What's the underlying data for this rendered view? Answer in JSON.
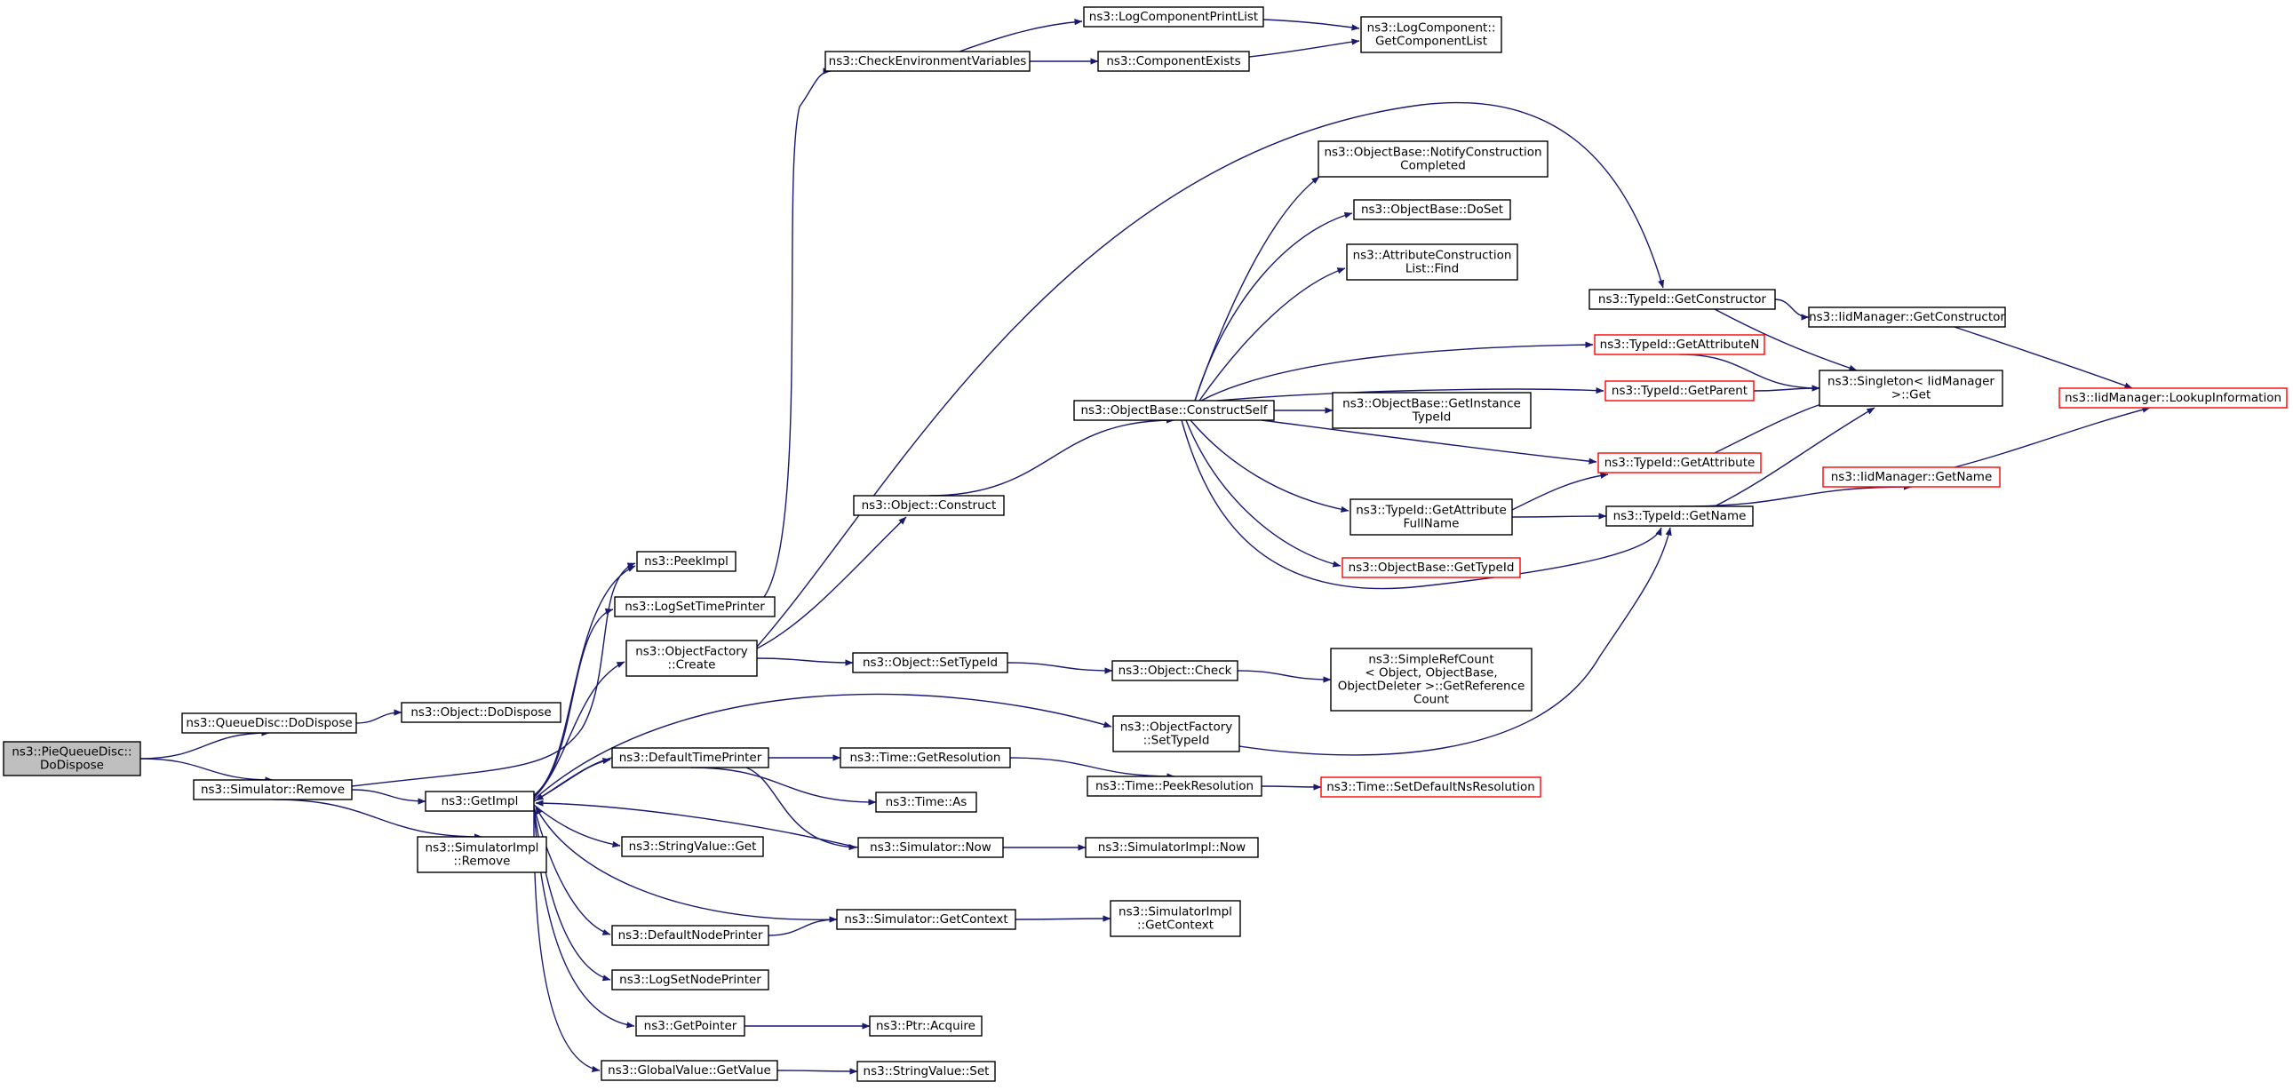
{
  "graph": {
    "colors": {
      "edge": "#191970",
      "root_fill": "#bfbfbf",
      "border": "#000000",
      "red_border": "#ff0000"
    },
    "nodes": {
      "pie_dodispose": {
        "lines": [
          "ns3::PieQueueDisc::",
          "DoDispose"
        ],
        "root": true
      },
      "qd_dodispose": {
        "lines": [
          "ns3::QueueDisc::DoDispose"
        ]
      },
      "obj_dodispose": {
        "lines": [
          "ns3::Object::DoDispose"
        ]
      },
      "sim_remove": {
        "lines": [
          "ns3::Simulator::Remove"
        ]
      },
      "getimpl": {
        "lines": [
          "ns3::GetImpl"
        ]
      },
      "simimpl_remove": {
        "lines": [
          "ns3::SimulatorImpl",
          "::Remove"
        ]
      },
      "peekimpl": {
        "lines": [
          "ns3::PeekImpl"
        ]
      },
      "logsettimeprinter": {
        "lines": [
          "ns3::LogSetTimePrinter"
        ]
      },
      "objfactory_create": {
        "lines": [
          "ns3::ObjectFactory",
          "::Create"
        ]
      },
      "defaulttimeprinter": {
        "lines": [
          "ns3::DefaultTimePrinter"
        ]
      },
      "stringvalue_get": {
        "lines": [
          "ns3::StringValue::Get"
        ]
      },
      "defaultnodeprinter": {
        "lines": [
          "ns3::DefaultNodePrinter"
        ]
      },
      "logsetnodeprinter": {
        "lines": [
          "ns3::LogSetNodePrinter"
        ]
      },
      "getpointer": {
        "lines": [
          "ns3::GetPointer"
        ]
      },
      "globalvalue_getvalue": {
        "lines": [
          "ns3::GlobalValue::GetValue"
        ]
      },
      "checkenv": {
        "lines": [
          "ns3::CheckEnvironmentVariables"
        ]
      },
      "object_construct": {
        "lines": [
          "ns3::Object::Construct"
        ]
      },
      "object_settypeid": {
        "lines": [
          "ns3::Object::SetTypeId"
        ]
      },
      "time_getresolution": {
        "lines": [
          "ns3::Time::GetResolution"
        ]
      },
      "time_as": {
        "lines": [
          "ns3::Time::As"
        ]
      },
      "simulator_now": {
        "lines": [
          "ns3::Simulator::Now"
        ]
      },
      "simulator_getcontext": {
        "lines": [
          "ns3::Simulator::GetContext"
        ]
      },
      "ptr_acquire": {
        "lines": [
          "ns3::Ptr::Acquire"
        ]
      },
      "stringvalue_set": {
        "lines": [
          "ns3::StringValue::Set"
        ]
      },
      "logcompprintlist": {
        "lines": [
          "ns3::LogComponentPrintList"
        ]
      },
      "componentexists": {
        "lines": [
          "ns3::ComponentExists"
        ]
      },
      "getcomponentlist": {
        "lines": [
          "ns3::LogComponent::",
          "GetComponentList"
        ]
      },
      "constructself": {
        "lines": [
          "ns3::ObjectBase::ConstructSelf"
        ]
      },
      "object_check": {
        "lines": [
          "ns3::Object::Check"
        ]
      },
      "objfactory_settypeid": {
        "lines": [
          "ns3::ObjectFactory",
          "::SetTypeId"
        ]
      },
      "time_peekresolution": {
        "lines": [
          "ns3::Time::PeekResolution"
        ]
      },
      "simimpl_now": {
        "lines": [
          "ns3::SimulatorImpl::Now"
        ]
      },
      "simimpl_getcontext": {
        "lines": [
          "ns3::SimulatorImpl",
          "::GetContext"
        ]
      },
      "notifyconstruction": {
        "lines": [
          "ns3::ObjectBase::NotifyConstruction",
          "Completed"
        ]
      },
      "objectbase_doset": {
        "lines": [
          "ns3::ObjectBase::DoSet"
        ]
      },
      "attrconstruction_find": {
        "lines": [
          "ns3::AttributeConstruction",
          "List::Find"
        ]
      },
      "getinstancetypeid": {
        "lines": [
          "ns3::ObjectBase::GetInstance",
          "TypeId"
        ]
      },
      "getattributefullname": {
        "lines": [
          "ns3::TypeId::GetAttribute",
          "FullName"
        ]
      },
      "objectbase_gettypeid": {
        "lines": [
          "ns3::ObjectBase::GetTypeId"
        ],
        "red": true
      },
      "simplerefcount": {
        "lines": [
          "ns3::SimpleRefCount",
          "< Object, ObjectBase,",
          "ObjectDeleter >::GetReference",
          "Count"
        ]
      },
      "setdefaultnsres": {
        "lines": [
          "ns3::Time::SetDefaultNsResolution"
        ],
        "red": true
      },
      "typeid_getconstructor": {
        "lines": [
          "ns3::TypeId::GetConstructor"
        ]
      },
      "typeid_getattributen": {
        "lines": [
          "ns3::TypeId::GetAttributeN"
        ],
        "red": true
      },
      "typeid_getparent": {
        "lines": [
          "ns3::TypeId::GetParent"
        ],
        "red": true
      },
      "typeid_getattribute": {
        "lines": [
          "ns3::TypeId::GetAttribute"
        ],
        "red": true
      },
      "typeid_getname": {
        "lines": [
          "ns3::TypeId::GetName"
        ]
      },
      "iid_getconstructor": {
        "lines": [
          "ns3::IidManager::GetConstructor"
        ]
      },
      "singleton_get": {
        "lines": [
          "ns3::Singleton< IidManager",
          ">::Get"
        ]
      },
      "iid_getname": {
        "lines": [
          "ns3::IidManager::GetName"
        ],
        "red": true
      },
      "iid_lookupinfo": {
        "lines": [
          "ns3::IidManager::LookupInformation"
        ],
        "red": true
      }
    },
    "edges": [
      [
        "pie_dodispose",
        "qd_dodispose"
      ],
      [
        "pie_dodispose",
        "sim_remove"
      ],
      [
        "qd_dodispose",
        "obj_dodispose"
      ],
      [
        "sim_remove",
        "getimpl"
      ],
      [
        "sim_remove",
        "simimpl_remove"
      ],
      [
        "sim_remove",
        "peekimpl"
      ],
      [
        "getimpl",
        "peekimpl"
      ],
      [
        "getimpl",
        "logsettimeprinter"
      ],
      [
        "getimpl",
        "objfactory_create"
      ],
      [
        "getimpl",
        "defaulttimeprinter"
      ],
      [
        "getimpl",
        "stringvalue_get"
      ],
      [
        "getimpl",
        "defaultnodeprinter"
      ],
      [
        "getimpl",
        "logsetnodeprinter"
      ],
      [
        "getimpl",
        "getpointer"
      ],
      [
        "getimpl",
        "globalvalue_getvalue"
      ],
      [
        "getimpl",
        "objfactory_settypeid"
      ],
      [
        "defaulttimeprinter",
        "getimpl"
      ],
      [
        "simulator_now",
        "getimpl"
      ],
      [
        "simulator_getcontext",
        "getimpl"
      ],
      [
        "logsettimeprinter",
        "checkenv"
      ],
      [
        "objfactory_create",
        "object_construct"
      ],
      [
        "objfactory_create",
        "object_settypeid"
      ],
      [
        "objfactory_create",
        "typeid_getconstructor"
      ],
      [
        "defaulttimeprinter",
        "time_getresolution"
      ],
      [
        "defaulttimeprinter",
        "time_as"
      ],
      [
        "defaulttimeprinter",
        "simulator_now"
      ],
      [
        "defaultnodeprinter",
        "simulator_getcontext"
      ],
      [
        "getpointer",
        "ptr_acquire"
      ],
      [
        "globalvalue_getvalue",
        "stringvalue_set"
      ],
      [
        "checkenv",
        "logcompprintlist"
      ],
      [
        "checkenv",
        "componentexists"
      ],
      [
        "logcompprintlist",
        "getcomponentlist"
      ],
      [
        "componentexists",
        "getcomponentlist"
      ],
      [
        "object_construct",
        "constructself"
      ],
      [
        "object_settypeid",
        "object_check"
      ],
      [
        "object_check",
        "simplerefcount"
      ],
      [
        "time_getresolution",
        "time_peekresolution"
      ],
      [
        "time_peekresolution",
        "setdefaultnsres"
      ],
      [
        "simulator_now",
        "simimpl_now"
      ],
      [
        "simulator_getcontext",
        "simimpl_getcontext"
      ],
      [
        "objfactory_settypeid",
        "typeid_getname"
      ],
      [
        "constructself",
        "notifyconstruction"
      ],
      [
        "constructself",
        "objectbase_doset"
      ],
      [
        "constructself",
        "attrconstruction_find"
      ],
      [
        "constructself",
        "typeid_getattributen"
      ],
      [
        "constructself",
        "typeid_getparent"
      ],
      [
        "constructself",
        "getinstancetypeid"
      ],
      [
        "constructself",
        "typeid_getattribute"
      ],
      [
        "constructself",
        "getattributefullname"
      ],
      [
        "constructself",
        "objectbase_gettypeid"
      ],
      [
        "constructself",
        "typeid_getname"
      ],
      [
        "getattributefullname",
        "typeid_getattribute"
      ],
      [
        "getattributefullname",
        "typeid_getname"
      ],
      [
        "typeid_getconstructor",
        "iid_getconstructor"
      ],
      [
        "typeid_getconstructor",
        "singleton_get"
      ],
      [
        "typeid_getattributen",
        "singleton_get"
      ],
      [
        "typeid_getparent",
        "singleton_get"
      ],
      [
        "typeid_getattribute",
        "singleton_get"
      ],
      [
        "typeid_getname",
        "singleton_get"
      ],
      [
        "typeid_getname",
        "iid_getname"
      ],
      [
        "iid_getconstructor",
        "iid_lookupinfo"
      ],
      [
        "iid_getname",
        "iid_lookupinfo"
      ]
    ]
  }
}
